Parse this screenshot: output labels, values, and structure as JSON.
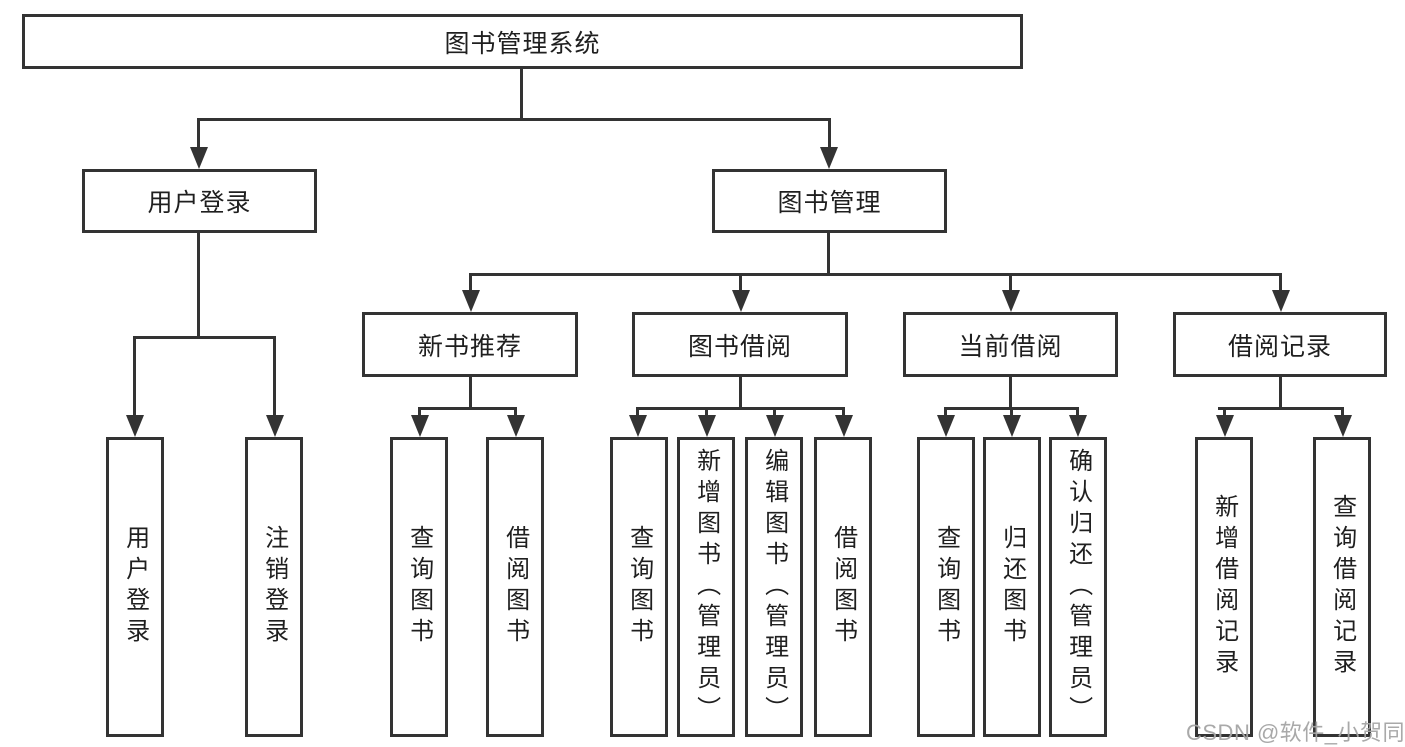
{
  "diagram": {
    "type": "hierarchy-tree",
    "tree": {
      "root": "图书管理系统",
      "children": [
        {
          "label": "用户登录",
          "children": [
            {
              "label": "用户登录"
            },
            {
              "label": "注销登录"
            }
          ]
        },
        {
          "label": "图书管理",
          "children": [
            {
              "label": "新书推荐",
              "children": [
                {
                  "label": "查询图书"
                },
                {
                  "label": "借阅图书"
                }
              ]
            },
            {
              "label": "图书借阅",
              "children": [
                {
                  "label": "查询图书"
                },
                {
                  "label": "新增图书（管理员）"
                },
                {
                  "label": "编辑图书（管理员）"
                },
                {
                  "label": "借阅图书"
                }
              ]
            },
            {
              "label": "当前借阅",
              "children": [
                {
                  "label": "查询图书"
                },
                {
                  "label": "归还图书"
                },
                {
                  "label": "确认归还（管理员）"
                }
              ]
            },
            {
              "label": "借阅记录",
              "children": [
                {
                  "label": "新增借阅记录"
                },
                {
                  "label": "查询借阅记录"
                }
              ]
            }
          ]
        }
      ]
    },
    "colors": {
      "line": "#333333",
      "box_border": "#333333",
      "box_background": "#ffffff",
      "text": "#1f1f1f",
      "watermark": "#a4a4a4"
    }
  },
  "watermark": {
    "text": "CSDN @软件_小贺同学"
  }
}
